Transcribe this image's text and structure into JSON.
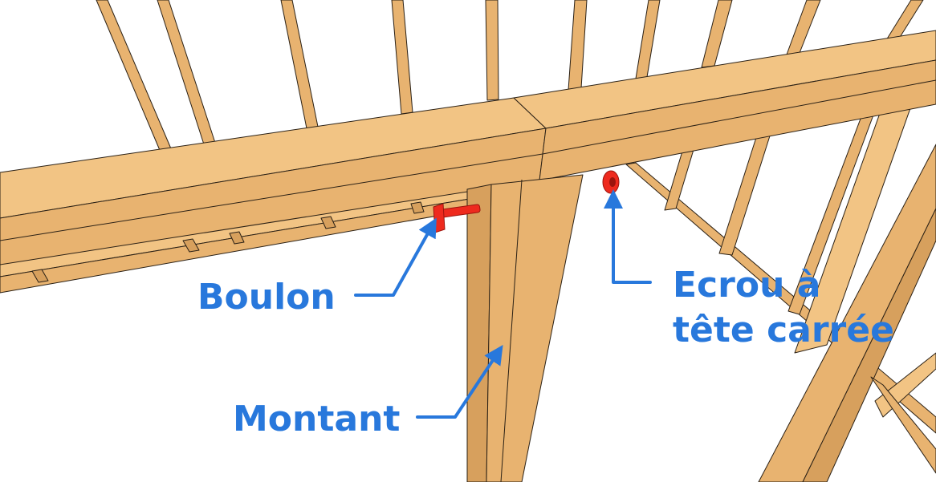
{
  "labels": {
    "boulon": "Boulon",
    "montant": "Montant",
    "ecrou_line1": "Ecrou à",
    "ecrou_line2": "tête carrée"
  },
  "colors": {
    "wood_top": "#f2c484",
    "wood_face": "#e8b370",
    "wood_side": "#d7a05d",
    "wood_edge": "#2a2015",
    "bolt": "#ee2a1e",
    "bolt_dark": "#9c140d",
    "label": "#2878dc",
    "arrow": "#2878dc",
    "background": "#ffffff"
  }
}
